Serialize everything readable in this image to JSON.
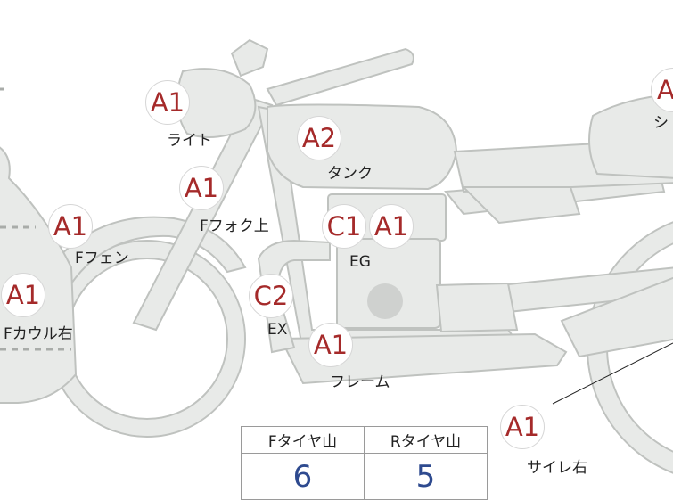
{
  "colors": {
    "body_fill": "#e8eae8",
    "outline": "#bfc2bf",
    "grade_text": "#a52a2a",
    "value_text": "#2e4a8f"
  },
  "parts": [
    {
      "id": "light",
      "grade": "A1",
      "label": "ライト"
    },
    {
      "id": "tank",
      "grade": "A2",
      "label": "タンク"
    },
    {
      "id": "f-fork-upper",
      "grade": "A1",
      "label": "Fフォク上"
    },
    {
      "id": "f-fender",
      "grade": "A1",
      "label": "Fフェン"
    },
    {
      "id": "engine",
      "grade": "C1",
      "grade2": "A1",
      "label": "EG"
    },
    {
      "id": "f-cowl-right",
      "grade": "A1",
      "label": "Fカウル右"
    },
    {
      "id": "exhaust",
      "grade": "C2",
      "label": "EX"
    },
    {
      "id": "frame",
      "grade": "A1",
      "label": "フレーム"
    },
    {
      "id": "silencer-right",
      "grade": "A1",
      "label": "サイレ右"
    },
    {
      "id": "seat",
      "grade": "A",
      "label": "シ"
    }
  ],
  "tire_table": {
    "headers": [
      "Fタイヤ山",
      "Rタイヤ山"
    ],
    "values": [
      "6",
      "5"
    ]
  }
}
